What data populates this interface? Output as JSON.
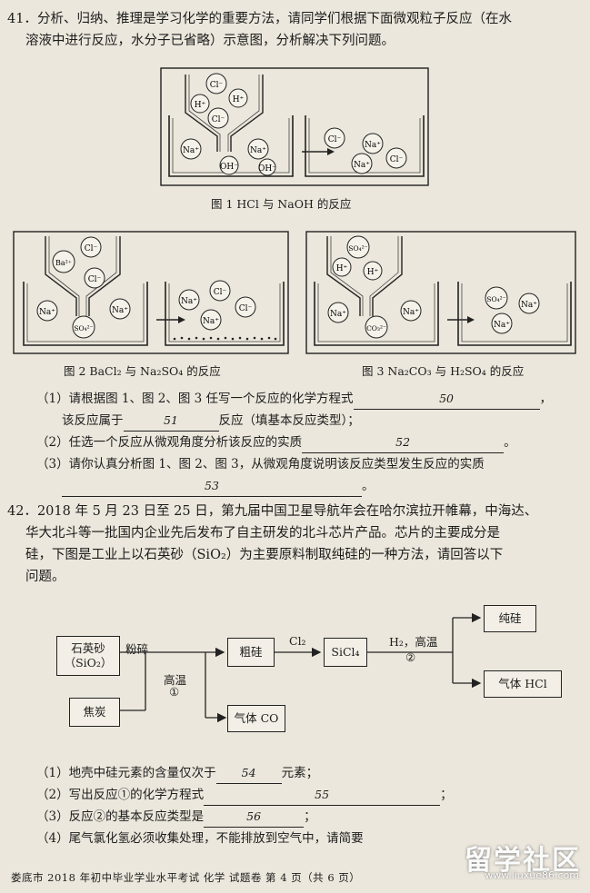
{
  "q41": {
    "stem_line1": "41．分析、归纳、推理是学习化学的重要方法，请同学们根据下面微观粒子反应（在水",
    "stem_line2": "溶液中进行反应，水分子已省略）示意图，分析解决下列问题。",
    "fig1_caption": "图 1  HCl 与 NaOH 的反应",
    "fig2_caption": "图 2 BaCl₂ 与 Na₂SO₄ 的反应",
    "fig3_caption": "图 3 Na₂CO₃ 与 H₂SO₄ 的反应",
    "ions": {
      "cl": "Cl⁻",
      "h": "H⁺",
      "na": "Na⁺",
      "oh": "OH⁻",
      "ba": "Ba²⁺",
      "so4": "SO₄²⁻",
      "co3": "CO₃²⁻"
    },
    "sub1_a": "（1）请根据图 1、图 2、图 3 任写一个反应的化学方程式",
    "sub1_blank": "50",
    "sub1_b": "该反应属于",
    "sub1_blank2": "51",
    "sub1_c": "反应（填基本反应类型）；",
    "sub2_a": "（2）任选一个反应从微观角度分析该反应的实质",
    "sub2_blank": "52",
    "sub3_a": "（3）请你认真分析图 1、图 2、图 3，从微观角度说明该反应类型发生反应的实质",
    "sub3_blank": "53"
  },
  "q42": {
    "stem_line1": "42．2018 年 5 月 23 日至 25 日，第九届中国卫星导航年会在哈尔滨拉开帷幕，中海达、",
    "stem_line2": "华大北斗等一批国内企业先后发布了自主研发的北斗芯片产品。芯片的主要成分是",
    "stem_line3": "硅，下图是工业上以石英砂（SiO₂）为主要原料制取纯硅的一种方法，请回答以下",
    "stem_line4": "问题。",
    "flow": {
      "quartz": "石英砂",
      "quartz_formula": "（SiO₂）",
      "coke": "焦炭",
      "crush": "粉碎",
      "high_temp": "高温",
      "step1": "①",
      "crude_si": "粗硅",
      "cl2": "Cl₂",
      "sicl4": "SiCl₄",
      "h2_high": "H₂，高温",
      "step2": "②",
      "pure_si": "纯硅",
      "co_gas": "气体 CO",
      "hcl_gas": "气体 HCl"
    },
    "sub1_a": "（1）地壳中硅元素的含量仅次于",
    "sub1_blank": "54",
    "sub1_b": "元素；",
    "sub2_a": "（2）写出反应①的化学方程式",
    "sub2_blank": "55",
    "sub3_a": "（3）反应②的基本反应类型是",
    "sub3_blank": "56",
    "sub4_a": "（4）尾气氯化氢必须收集处理，不能排放到空气中，请简要"
  },
  "footer": "娄底市 2018 年初中毕业学业水平考试  化学  试题卷    第 4 页（共 6 页）",
  "watermark": {
    "brand": "留学社区",
    "url": "www.liuxue86.com"
  }
}
